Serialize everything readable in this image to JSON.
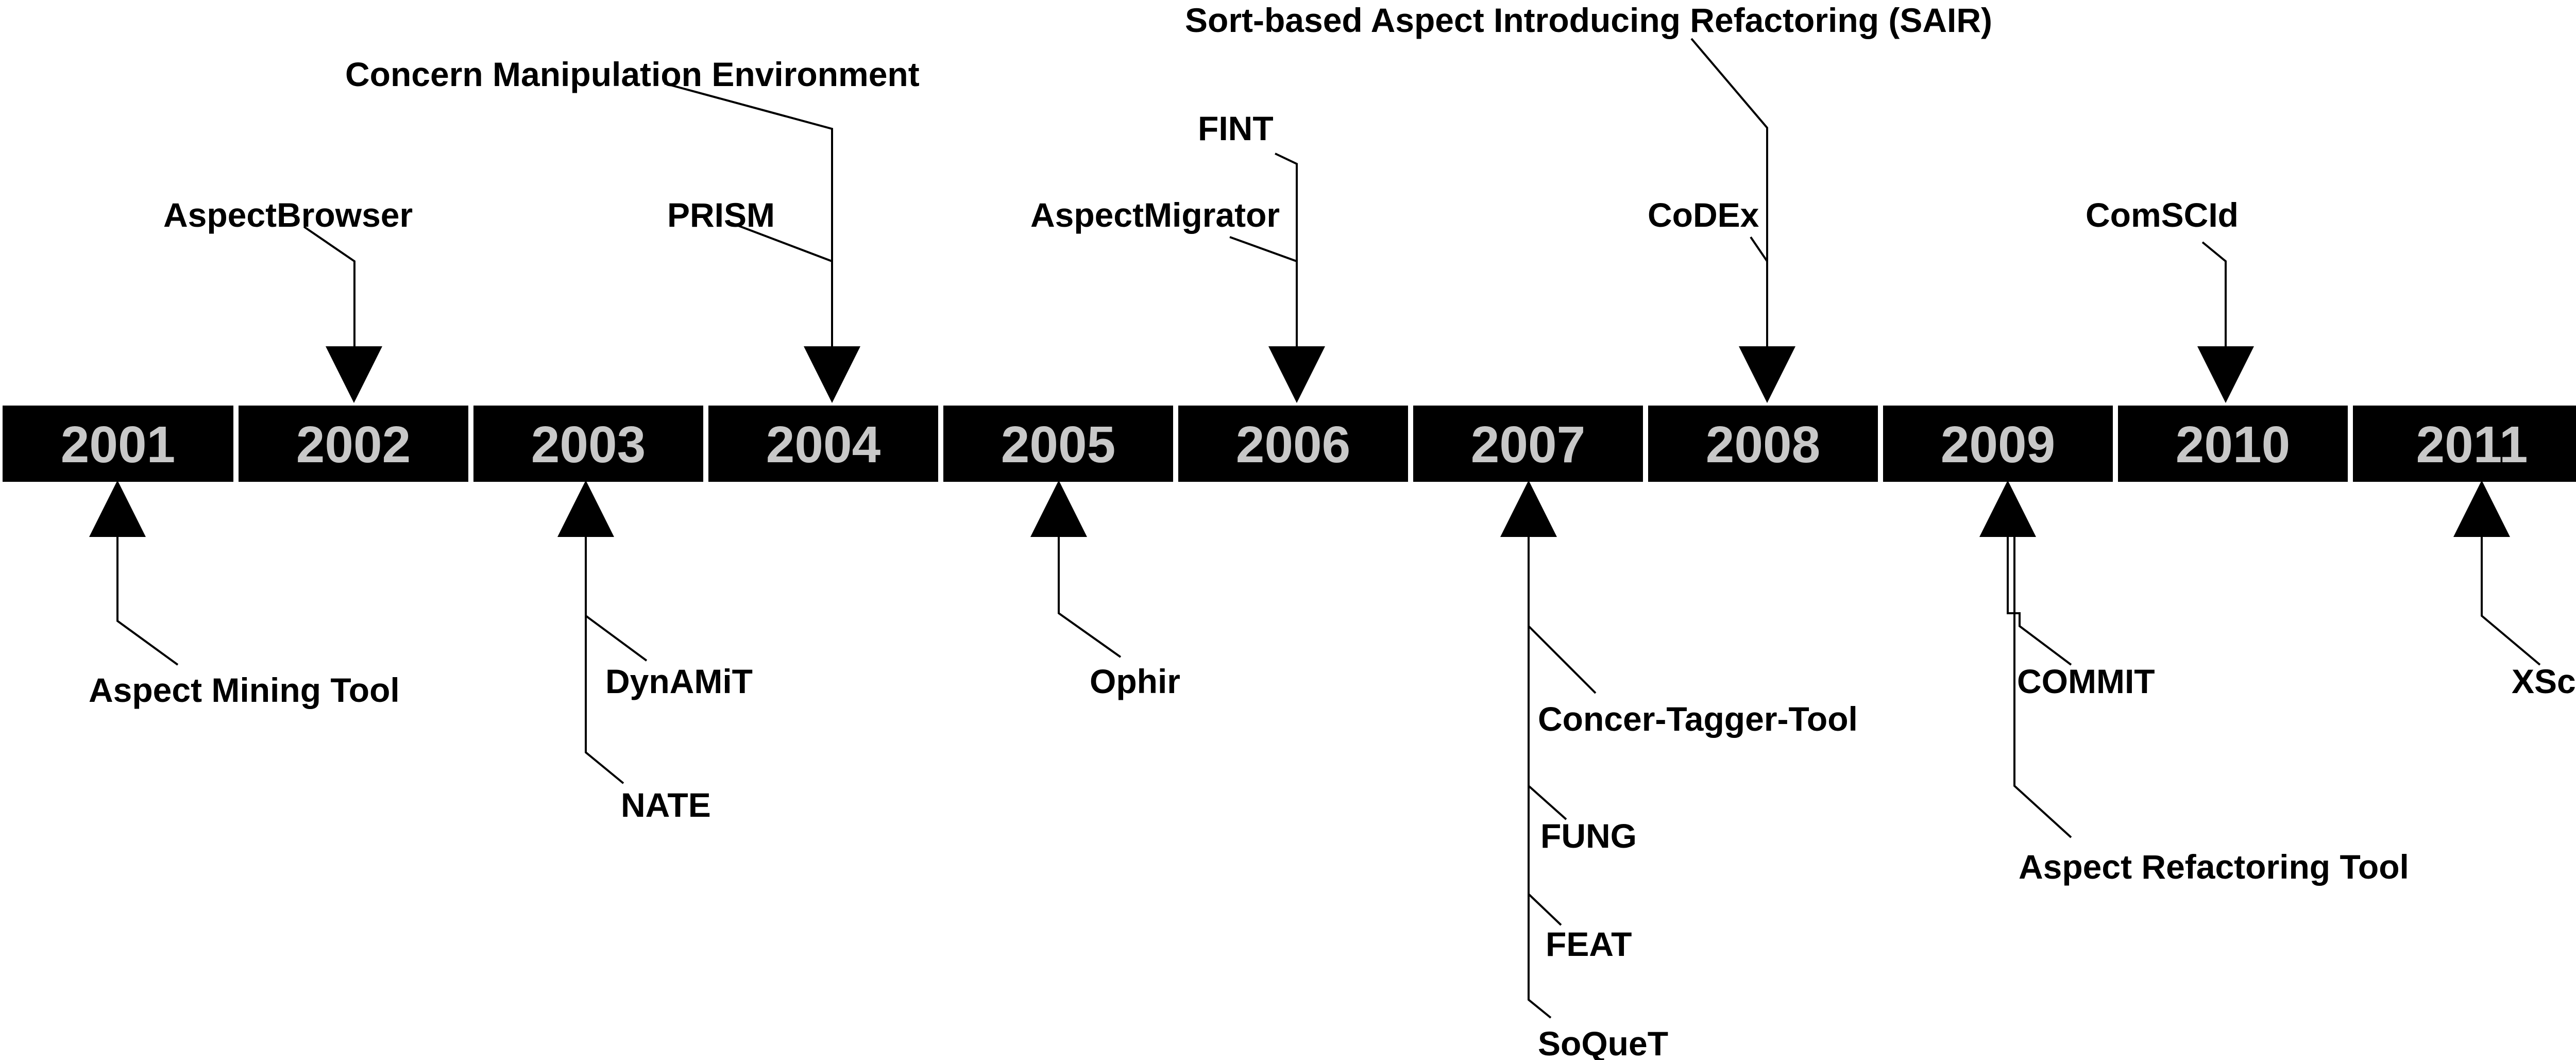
{
  "years": [
    "2001",
    "2002",
    "2003",
    "2004",
    "2005",
    "2006",
    "2007",
    "2008",
    "2009",
    "2010",
    "2011"
  ],
  "tools_above": {
    "aspectbrowser": "AspectBrowser",
    "cme": "Concern Manipulation Environment",
    "prism": "PRISM",
    "fint": "FINT",
    "aspectmigrator": "AspectMigrator",
    "sair": "Sort-based Aspect Introducing Refactoring (SAIR)",
    "codex": "CoDEx",
    "comscid": "ComSCId"
  },
  "tools_below": {
    "aspect_mining_tool": "Aspect Mining Tool",
    "dynamit": "DynAMiT",
    "nate": "NATE",
    "ophir": "Ophir",
    "concer_tagger_tool": "Concer-Tagger-Tool",
    "fung": "FUNG",
    "feat": "FEAT",
    "soquet": "SoQueT",
    "commit": "COMMIT",
    "aspect_refactoring_tool": "Aspect Refactoring Tool",
    "xscan": "XScan"
  },
  "colors": {
    "year_box": "#000000",
    "year_text": "#c8c8c8",
    "line": "#000000",
    "background": "#ffffff"
  }
}
